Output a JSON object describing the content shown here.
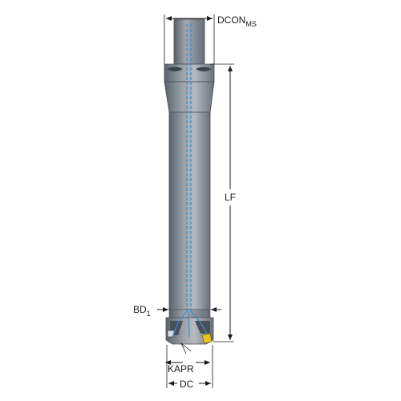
{
  "labels": {
    "dconms_main": "DCON",
    "dconms_sub": "MS",
    "lf": "LF",
    "bd_main": "BD",
    "bd_sub": "1",
    "kapr": "KAPR",
    "dc": "DC"
  },
  "colors": {
    "body_dark": "#5e6470",
    "body_mid": "#8d939c",
    "body_light": "#c9ccd1",
    "coolant": "#2f8fd6",
    "insert": "#e6c21a",
    "line": "#1a1a1a"
  }
}
